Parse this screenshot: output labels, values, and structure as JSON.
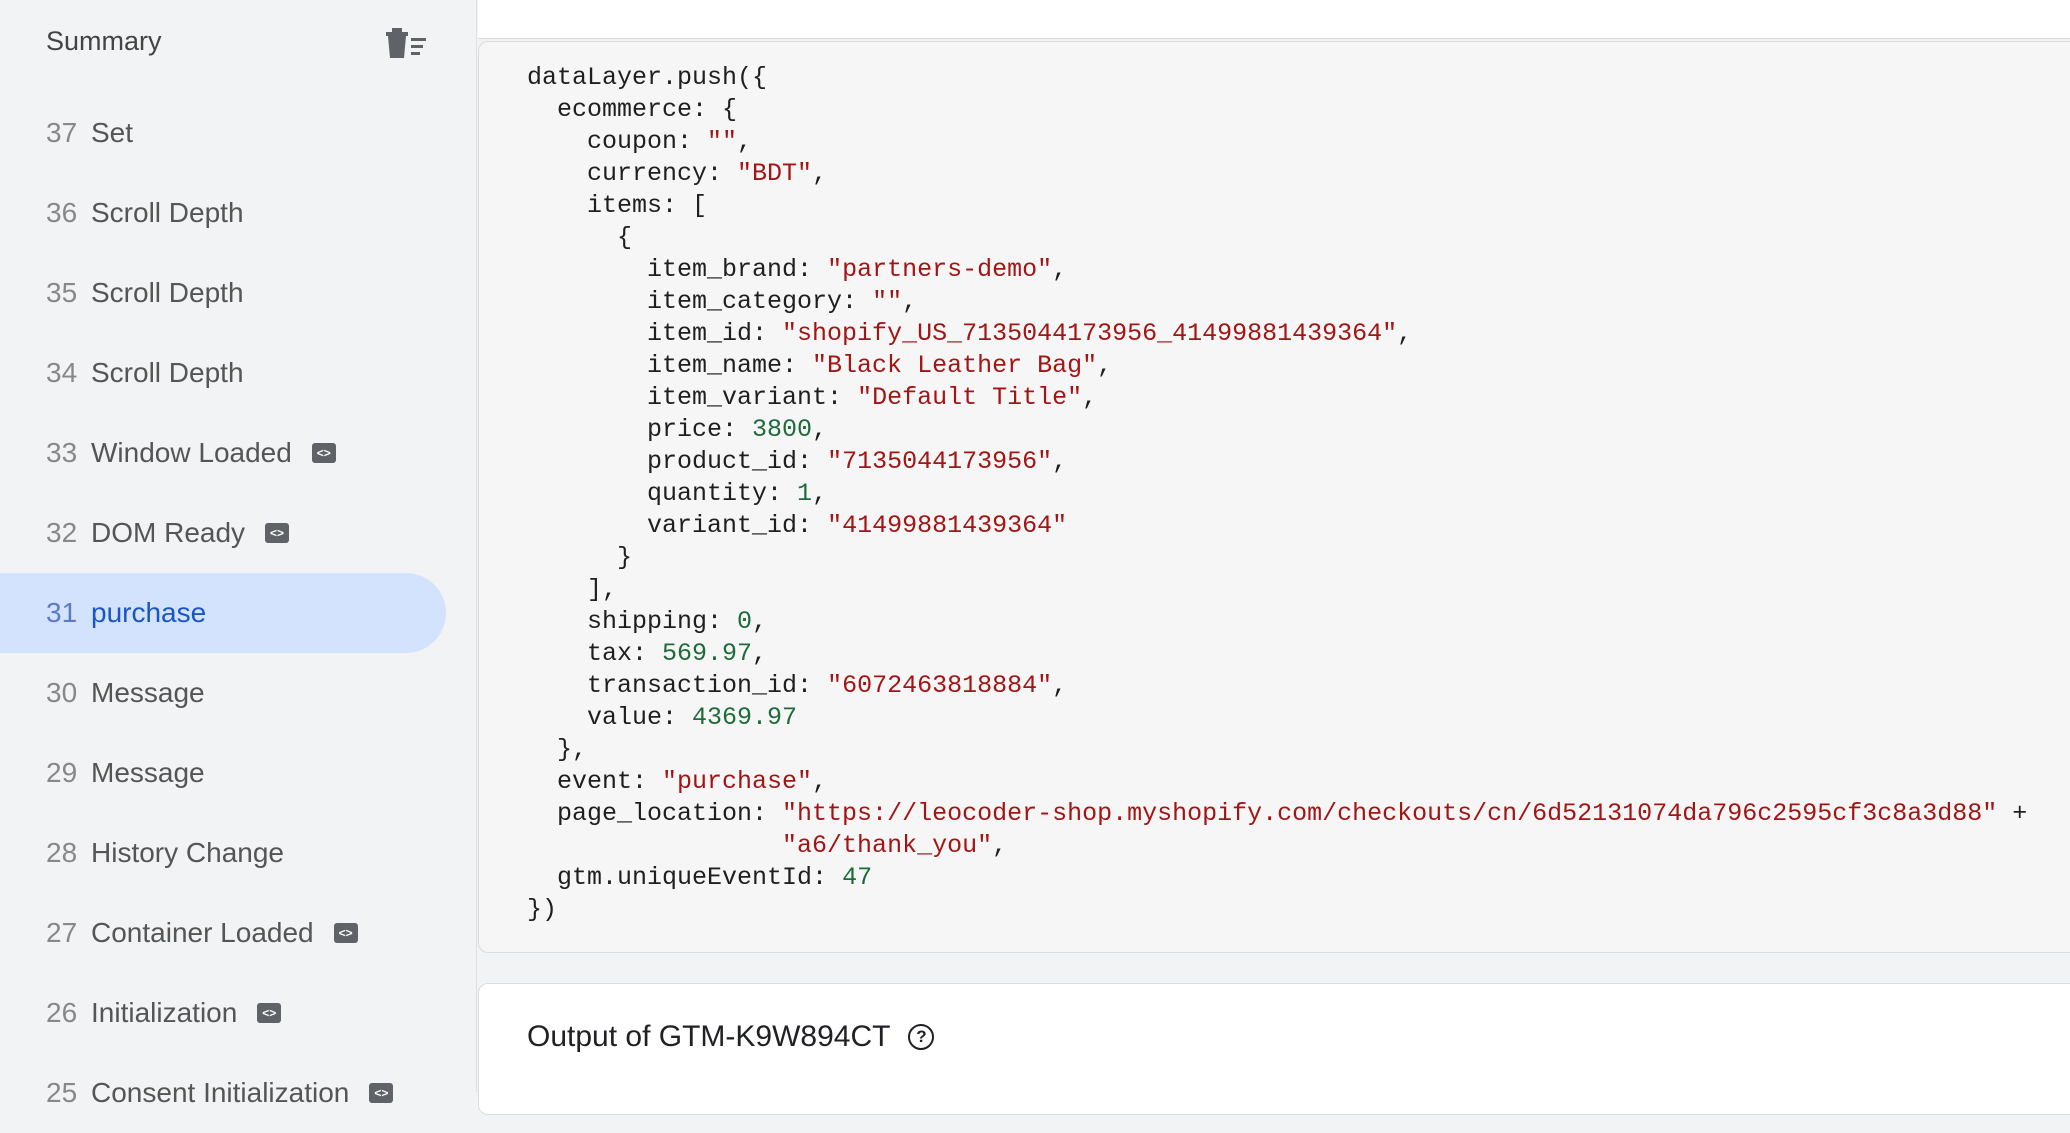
{
  "sidebar": {
    "title": "Summary",
    "clear_icon": "delete-sweep-icon",
    "items": [
      {
        "num": "37",
        "label": "Set",
        "tag": false
      },
      {
        "num": "36",
        "label": "Scroll Depth",
        "tag": false
      },
      {
        "num": "35",
        "label": "Scroll Depth",
        "tag": false
      },
      {
        "num": "34",
        "label": "Scroll Depth",
        "tag": false
      },
      {
        "num": "33",
        "label": "Window Loaded",
        "tag": true
      },
      {
        "num": "32",
        "label": "DOM Ready",
        "tag": true
      },
      {
        "num": "31",
        "label": "purchase",
        "tag": false,
        "selected": true
      },
      {
        "num": "30",
        "label": "Message",
        "tag": false
      },
      {
        "num": "29",
        "label": "Message",
        "tag": false
      },
      {
        "num": "28",
        "label": "History Change",
        "tag": false
      },
      {
        "num": "27",
        "label": "Container Loaded",
        "tag": true
      },
      {
        "num": "26",
        "label": "Initialization",
        "tag": true
      },
      {
        "num": "25",
        "label": "Consent Initialization",
        "tag": true
      }
    ],
    "tag_icon_glyph": "<>"
  },
  "code": {
    "lines": [
      [
        [
          "p",
          "dataLayer.push({"
        ]
      ],
      [
        [
          "p",
          "  ecommerce: {"
        ]
      ],
      [
        [
          "p",
          "    coupon: "
        ],
        [
          "s",
          "\"\""
        ],
        [
          "p",
          ","
        ]
      ],
      [
        [
          "p",
          "    currency: "
        ],
        [
          "s",
          "\"BDT\""
        ],
        [
          "p",
          ","
        ]
      ],
      [
        [
          "p",
          "    items: ["
        ]
      ],
      [
        [
          "p",
          "      {"
        ]
      ],
      [
        [
          "p",
          "        item_brand: "
        ],
        [
          "s",
          "\"partners-demo\""
        ],
        [
          "p",
          ","
        ]
      ],
      [
        [
          "p",
          "        item_category: "
        ],
        [
          "s",
          "\"\""
        ],
        [
          "p",
          ","
        ]
      ],
      [
        [
          "p",
          "        item_id: "
        ],
        [
          "s",
          "\"shopify_US_7135044173956_41499881439364\""
        ],
        [
          "p",
          ","
        ]
      ],
      [
        [
          "p",
          "        item_name: "
        ],
        [
          "s",
          "\"Black Leather Bag\""
        ],
        [
          "p",
          ","
        ]
      ],
      [
        [
          "p",
          "        item_variant: "
        ],
        [
          "s",
          "\"Default Title\""
        ],
        [
          "p",
          ","
        ]
      ],
      [
        [
          "p",
          "        price: "
        ],
        [
          "n",
          "3800"
        ],
        [
          "p",
          ","
        ]
      ],
      [
        [
          "p",
          "        product_id: "
        ],
        [
          "s",
          "\"7135044173956\""
        ],
        [
          "p",
          ","
        ]
      ],
      [
        [
          "p",
          "        quantity: "
        ],
        [
          "n",
          "1"
        ],
        [
          "p",
          ","
        ]
      ],
      [
        [
          "p",
          "        variant_id: "
        ],
        [
          "s",
          "\"41499881439364\""
        ]
      ],
      [
        [
          "p",
          "      }"
        ]
      ],
      [
        [
          "p",
          "    ],"
        ]
      ],
      [
        [
          "p",
          "    shipping: "
        ],
        [
          "n",
          "0"
        ],
        [
          "p",
          ","
        ]
      ],
      [
        [
          "p",
          "    tax: "
        ],
        [
          "n",
          "569.97"
        ],
        [
          "p",
          ","
        ]
      ],
      [
        [
          "p",
          "    transaction_id: "
        ],
        [
          "s",
          "\"6072463818884\""
        ],
        [
          "p",
          ","
        ]
      ],
      [
        [
          "p",
          "    value: "
        ],
        [
          "n",
          "4369.97"
        ]
      ],
      [
        [
          "p",
          "  },"
        ]
      ],
      [
        [
          "p",
          "  event: "
        ],
        [
          "s",
          "\"purchase\""
        ],
        [
          "p",
          ","
        ]
      ],
      [
        [
          "p",
          "  page_location: "
        ],
        [
          "s",
          "\"https://leocoder-shop.myshopify.com/checkouts/cn/6d52131074da796c2595cf3c8a3d88\""
        ],
        [
          "p",
          " +"
        ]
      ],
      [
        [
          "p",
          "                 "
        ],
        [
          "s",
          "\"a6/thank_you\""
        ],
        [
          "p",
          ","
        ]
      ],
      [
        [
          "p",
          "  gtm.uniqueEventId: "
        ],
        [
          "n",
          "47"
        ]
      ],
      [
        [
          "p",
          "})"
        ]
      ]
    ]
  },
  "output": {
    "title": "Output of GTM-K9W894CT",
    "help_glyph": "?"
  }
}
